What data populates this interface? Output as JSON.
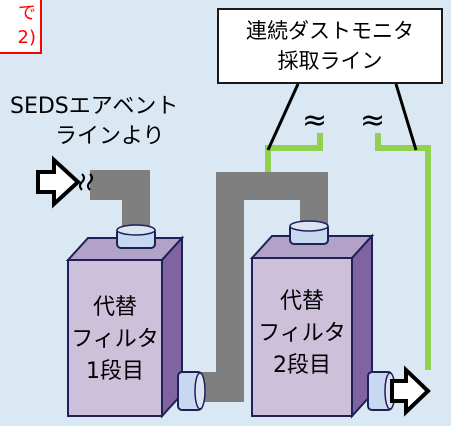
{
  "note": {
    "line1": "で",
    "line2": "2)"
  },
  "monitor": {
    "line1": "連続ダストモニタ",
    "line2": "採取ライン"
  },
  "source": {
    "line1": "SEDSエアベント",
    "line2": "ラインより"
  },
  "filter1": {
    "line1": "代替",
    "line2": "フィルタ",
    "line3": "1段目"
  },
  "filter2": {
    "line1": "代替",
    "line2": "フィルタ",
    "line3": "2段目"
  },
  "wave_symbol": "≈",
  "colors": {
    "background": "#d9e8f2",
    "duct": "#7f7f7f",
    "sample_line": "#92d050",
    "filter_front": "#ccc0da",
    "filter_side": "#8064a2",
    "filter_top": "#b3a2c7",
    "cap": "#c6d9f1",
    "note_border": "#ff0000"
  }
}
